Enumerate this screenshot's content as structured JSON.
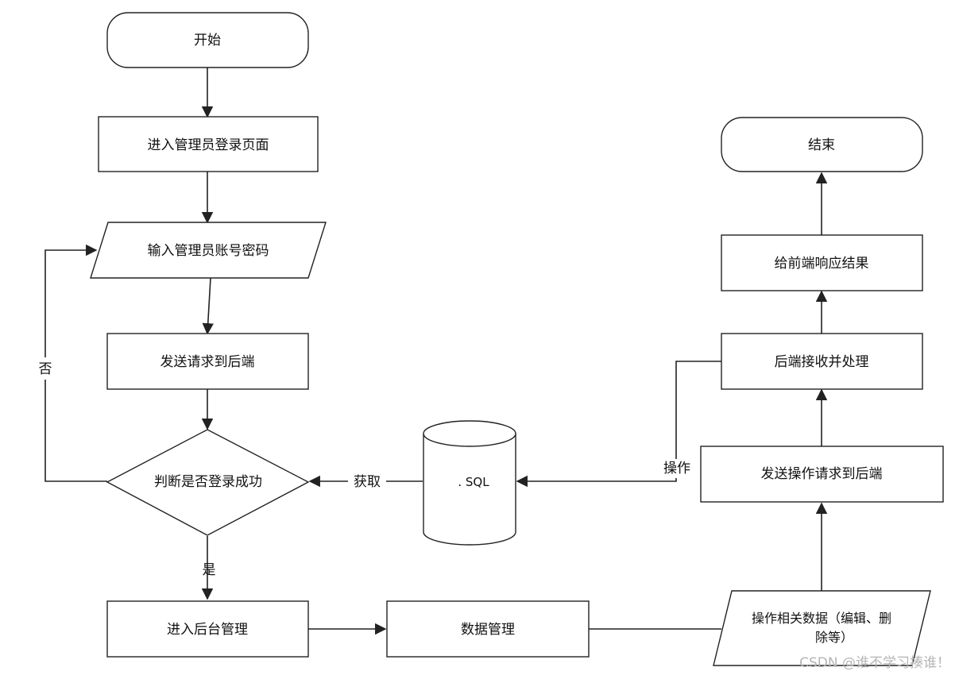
{
  "nodes": {
    "start": "开始",
    "enter_login": "进入管理员登录页面",
    "input_account": "输入管理员账号密码",
    "send_request": "发送请求到后端",
    "judge_login": "判断是否登录成功",
    "db": ". SQL",
    "enter_admin": "进入后台管理",
    "data_manage": "数据管理",
    "operate_data_line1": "操作相关数据（编辑、删",
    "operate_data_line2": "除等）",
    "send_op_request": "发送操作请求到后端",
    "backend_process": "后端接收并处理",
    "respond_result": "给前端响应结果",
    "end": "结束"
  },
  "edge_labels": {
    "no": "否",
    "yes": "是",
    "fetch": "获取",
    "operate": "操作"
  },
  "watermark": "CSDN @谁不学习揍谁！"
}
